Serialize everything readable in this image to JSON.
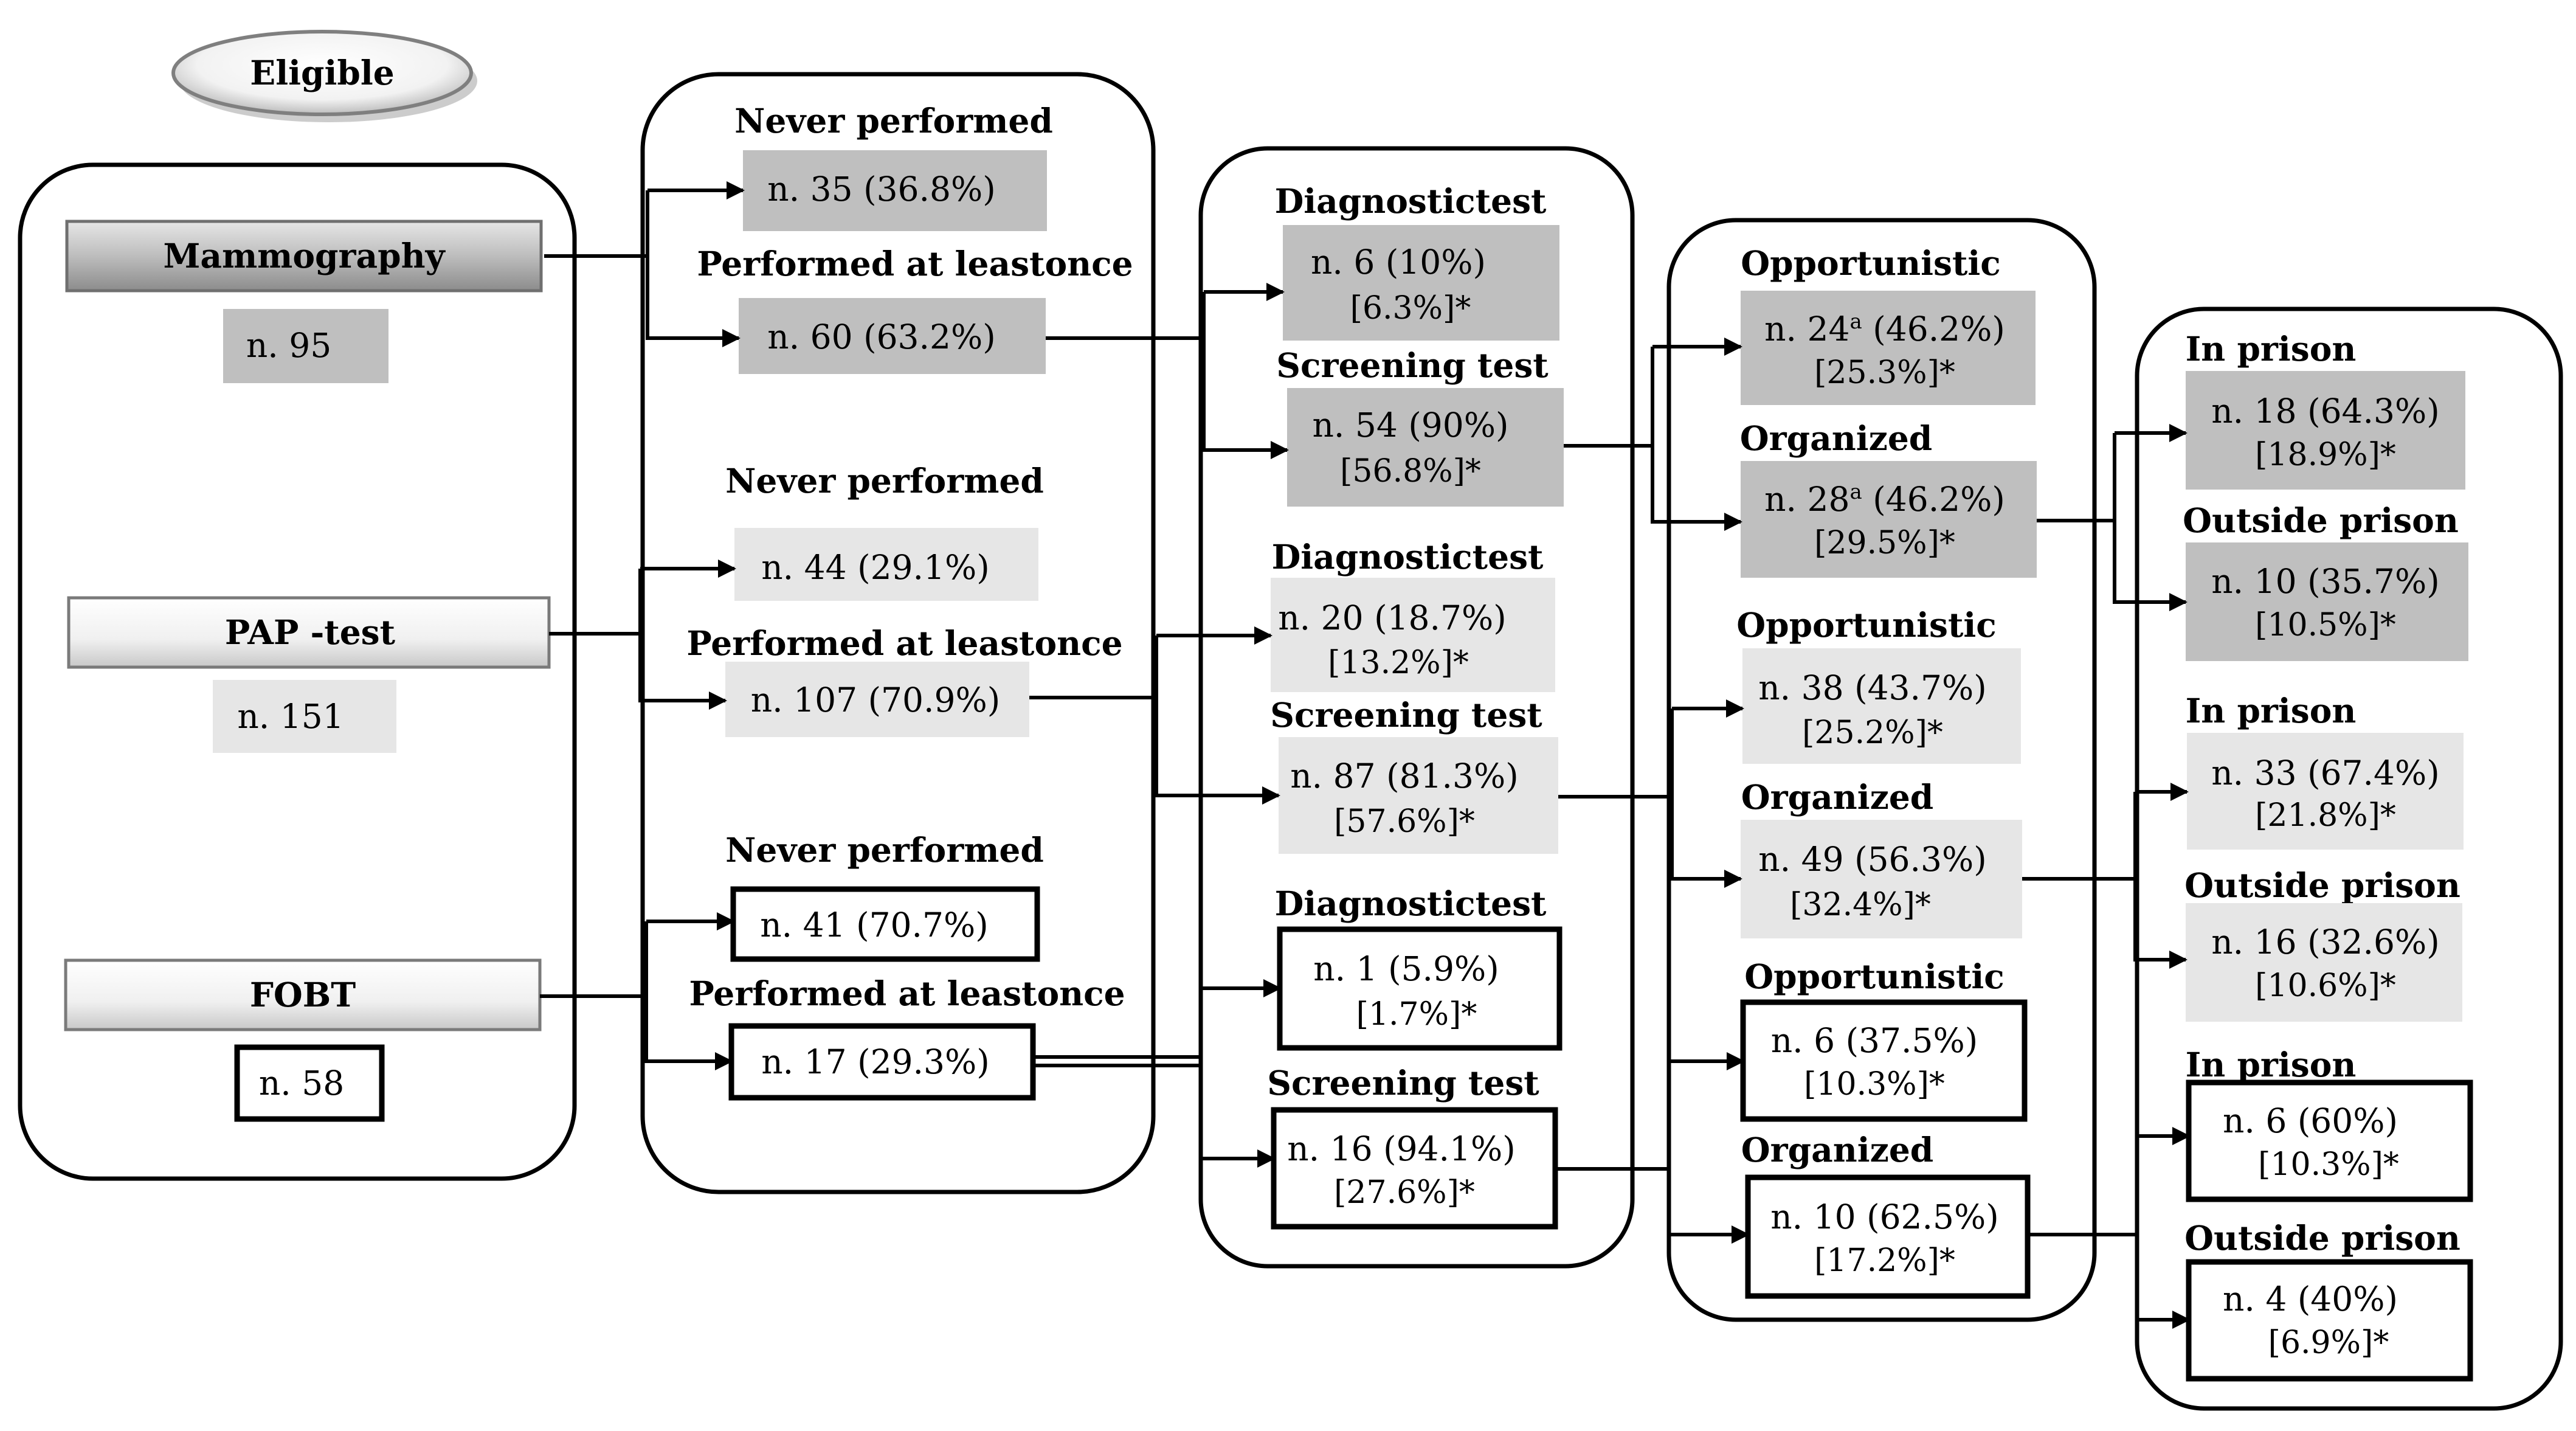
{
  "eligible_label": "Eligible",
  "tests": [
    {
      "name": "Mammography",
      "count": "n. 95"
    },
    {
      "name": "PAP -test",
      "count": "n. 151"
    },
    {
      "name": "FOBT",
      "count": "n. 58"
    }
  ],
  "labels": {
    "never": "Never performed",
    "performed": "Performed at leastonce",
    "diagnostic": "Diagnostictest",
    "screening": "Screening test",
    "opportunistic": "Opportunistic",
    "organized": "Organized",
    "in_prison": "In prison",
    "outside_prison": "Outside prison"
  },
  "mammography": {
    "never": "n. 35 (36.8%)",
    "performed": "n. 60 (63.2%)",
    "diagnostic": {
      "value": "n. 6 (10%)",
      "pct": "[6.3%]*"
    },
    "screening": {
      "value": "n. 54 (90%)",
      "pct": "[56.8%]*"
    },
    "opportunistic": {
      "value_pre": "n. 24",
      "sup": "a",
      "value_post": " (46.2%)",
      "pct": "[25.3%]*"
    },
    "organized": {
      "value_pre": "n. 28",
      "sup": "a",
      "value_post": " (46.2%)",
      "pct": "[29.5%]*"
    },
    "in_prison": {
      "value": "n. 18 (64.3%)",
      "pct": "[18.9%]*"
    },
    "outside_prison": {
      "value": "n. 10 (35.7%)",
      "pct": "[10.5%]*"
    }
  },
  "pap": {
    "never": "n. 44 (29.1%)",
    "performed": "n. 107 (70.9%)",
    "diagnostic": {
      "value": "n. 20 (18.7%)",
      "pct": "[13.2%]*"
    },
    "screening": {
      "value": "n. 87 (81.3%)",
      "pct": "[57.6%]*"
    },
    "opportunistic": {
      "value": "n. 38 (43.7%)",
      "pct": "[25.2%]*"
    },
    "organized": {
      "value": "n. 49 (56.3%)",
      "pct": "[32.4%]*"
    },
    "in_prison": {
      "value": "n. 33 (67.4%)",
      "pct": "[21.8%]*"
    },
    "outside_prison": {
      "value": "n. 16 (32.6%)",
      "pct": "[10.6%]*"
    }
  },
  "fobt": {
    "never": "n. 41 (70.7%)",
    "performed": "n. 17 (29.3%)",
    "diagnostic": {
      "value": "n. 1 (5.9%)",
      "pct": "[1.7%]*"
    },
    "screening": {
      "value": "n. 16 (94.1%)",
      "pct": "[27.6%]*"
    },
    "opportunistic": {
      "value": "n. 6 (37.5%)",
      "pct": "[10.3%]*"
    },
    "organized": {
      "value": "n. 10 (62.5%)",
      "pct": "[17.2%]*"
    },
    "in_prison": {
      "value": "n. 6 (60%)",
      "pct": "[10.3%]*"
    },
    "outside_prison": {
      "value": "n. 4 (40%)",
      "pct": "[6.9%]*"
    }
  },
  "colors": {
    "mammography_fill": "#bfbfbf",
    "pap_fill": "#e6e6e6",
    "fobt_fill": "#ffffff",
    "line": "#000000"
  }
}
